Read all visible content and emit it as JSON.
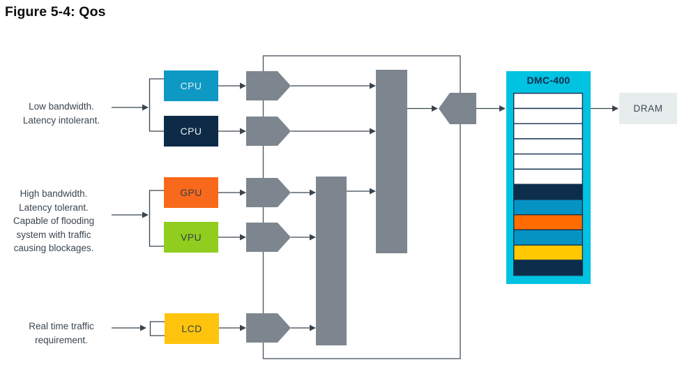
{
  "title": "Figure 5-4: Qos",
  "notes": [
    {
      "text": "Low bandwidth.\nLatency intolerant."
    },
    {
      "text": "High bandwidth.\nLatency tolerant.\nCapable of flooding\nsystem with traffic\ncausing blockages."
    },
    {
      "text": "Real time traffic\nrequirement."
    }
  ],
  "blocks": [
    {
      "label": "CPU",
      "color": "#0e99c5",
      "text_color": "#e4edf2"
    },
    {
      "label": "CPU",
      "color": "#0d2b47",
      "text_color": "#e4edf2"
    },
    {
      "label": "GPU",
      "color": "#f9691b",
      "text_color": "#333e48"
    },
    {
      "label": "VPU",
      "color": "#90cd1e",
      "text_color": "#333e48"
    },
    {
      "label": "LCD",
      "color": "#fec40d",
      "text_color": "#333e48"
    }
  ],
  "dmc": {
    "title": "DMC-400",
    "frame_color": "#00c2e1",
    "slot_border_color": "#15334e",
    "slots": [
      "white",
      "white",
      "white",
      "white",
      "white",
      "white",
      "navy",
      "blue",
      "orange",
      "blue",
      "yellow",
      "navy"
    ],
    "slot_palette": {
      "white": "#ffffff",
      "navy": "#0d2d4c",
      "blue": "#0593c4",
      "orange": "#fe6c01",
      "yellow": "#ffc801"
    }
  },
  "dram": {
    "label": "DRAM",
    "color": "#e7ecec"
  },
  "shapes": {
    "arbiter_color": "#7d868f",
    "line_color": "#39444d",
    "loop_line_color": "#525c66"
  }
}
